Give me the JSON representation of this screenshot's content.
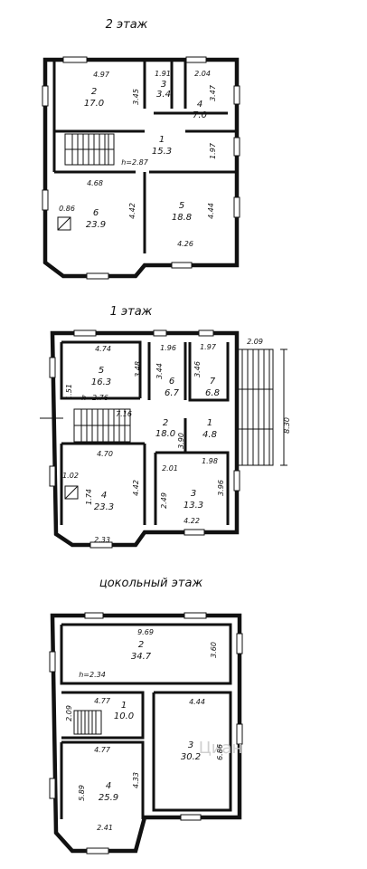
{
  "watermark": "Циан",
  "floors": {
    "f2": {
      "title": "2 этаж",
      "height": "h=2.87",
      "dims": [
        "4.97",
        "1.91",
        "2.04",
        "3.45",
        "3.47",
        "1.97",
        "4.68",
        "4.42",
        "0.86",
        "4.44",
        "4.26"
      ],
      "rooms": [
        {
          "no": "2",
          "area": "17.0"
        },
        {
          "no": "3",
          "area": "3.4"
        },
        {
          "no": "4",
          "area": "7.0"
        },
        {
          "no": "1",
          "area": "15.3"
        },
        {
          "no": "6",
          "area": "23.9"
        },
        {
          "no": "5",
          "area": "18.8"
        }
      ]
    },
    "f1": {
      "title": "1 этаж",
      "height": "h=2.76",
      "dims": [
        "4.74",
        "1.96",
        "1.97",
        "2.09",
        "3.48",
        "3.44",
        "3.46",
        "1.51",
        "7.16",
        "4.70",
        "3.90",
        "8.30",
        "2.01",
        "1.98",
        "1.02",
        "1.74",
        "4.42",
        "2.49",
        "3.96",
        "4.22",
        "2.33"
      ],
      "rooms": [
        {
          "no": "5",
          "area": "16.3"
        },
        {
          "no": "6",
          "area": "6.7"
        },
        {
          "no": "7",
          "area": "6.8"
        },
        {
          "no": "2",
          "area": "18.0"
        },
        {
          "no": "1",
          "area": "4.8"
        },
        {
          "no": "4",
          "area": "23.3"
        },
        {
          "no": "3",
          "area": "13.3"
        }
      ]
    },
    "base": {
      "title": "цокольный этаж",
      "height": "h=2.34",
      "dims": [
        "9.69",
        "3.60",
        "4.77",
        "4.44",
        "2.09",
        "4.77",
        "6.86",
        "4.33",
        "5.89",
        "2.41"
      ],
      "rooms": [
        {
          "no": "2",
          "area": "34.7"
        },
        {
          "no": "1",
          "area": "10.0"
        },
        {
          "no": "3",
          "area": "30.2"
        },
        {
          "no": "4",
          "area": "25.9"
        }
      ]
    }
  }
}
